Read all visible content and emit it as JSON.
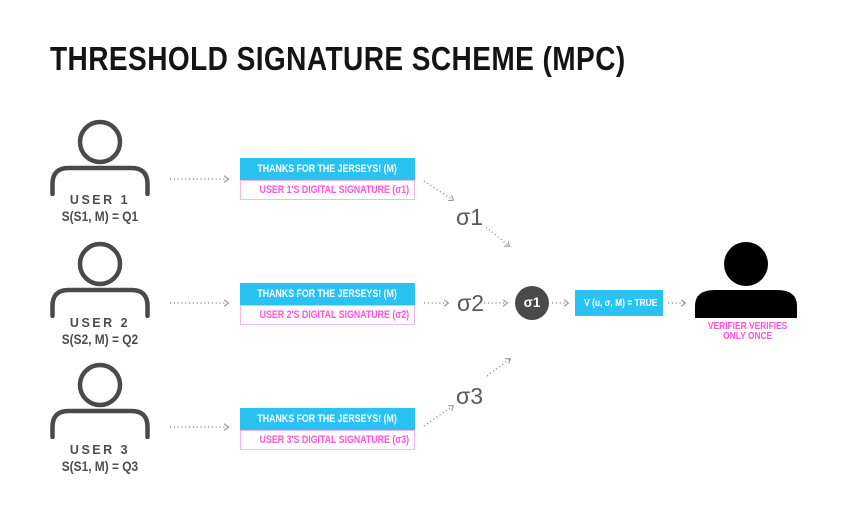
{
  "title": "THRESHOLD SIGNATURE SCHEME (MPC)",
  "users": [
    {
      "name": "USER 1",
      "formula": "S(S1, M) = Q1",
      "message": "THANKS FOR THE JERSEYS! (M)",
      "signature": "USER 1'S DIGITAL SIGNATURE (σ1)",
      "sigma": "σ1"
    },
    {
      "name": "USER 2",
      "formula": "S(S2, M) = Q2",
      "message": "THANKS FOR THE JERSEYS! (M)",
      "signature": "USER 2'S DIGITAL SIGNATURE (σ2)",
      "sigma": "σ2"
    },
    {
      "name": "USER 3",
      "formula": "S(S1, M) = Q3",
      "message": "THANKS FOR THE JERSEYS! (M)",
      "signature": "USER 3'S DIGITAL SIGNATURE (σ3)",
      "sigma": "σ3"
    }
  ],
  "combiner": {
    "label": "σ1"
  },
  "verification": {
    "label": "V (u, σ, M) = TRUE"
  },
  "verifier": {
    "caption_line1": "VERIFIER VERIFIES",
    "caption_line2": "ONLY ONCE"
  },
  "icons": {
    "user": "person-outline-icon",
    "verifier": "person-filled-icon"
  },
  "colors": {
    "cyan": "#29C2F1",
    "magenta": "#FF54D8",
    "pink_border": "#F6B9E7",
    "icon_gray": "#4A4A4A",
    "arrow_gray": "#999999",
    "title_black": "#141414"
  }
}
